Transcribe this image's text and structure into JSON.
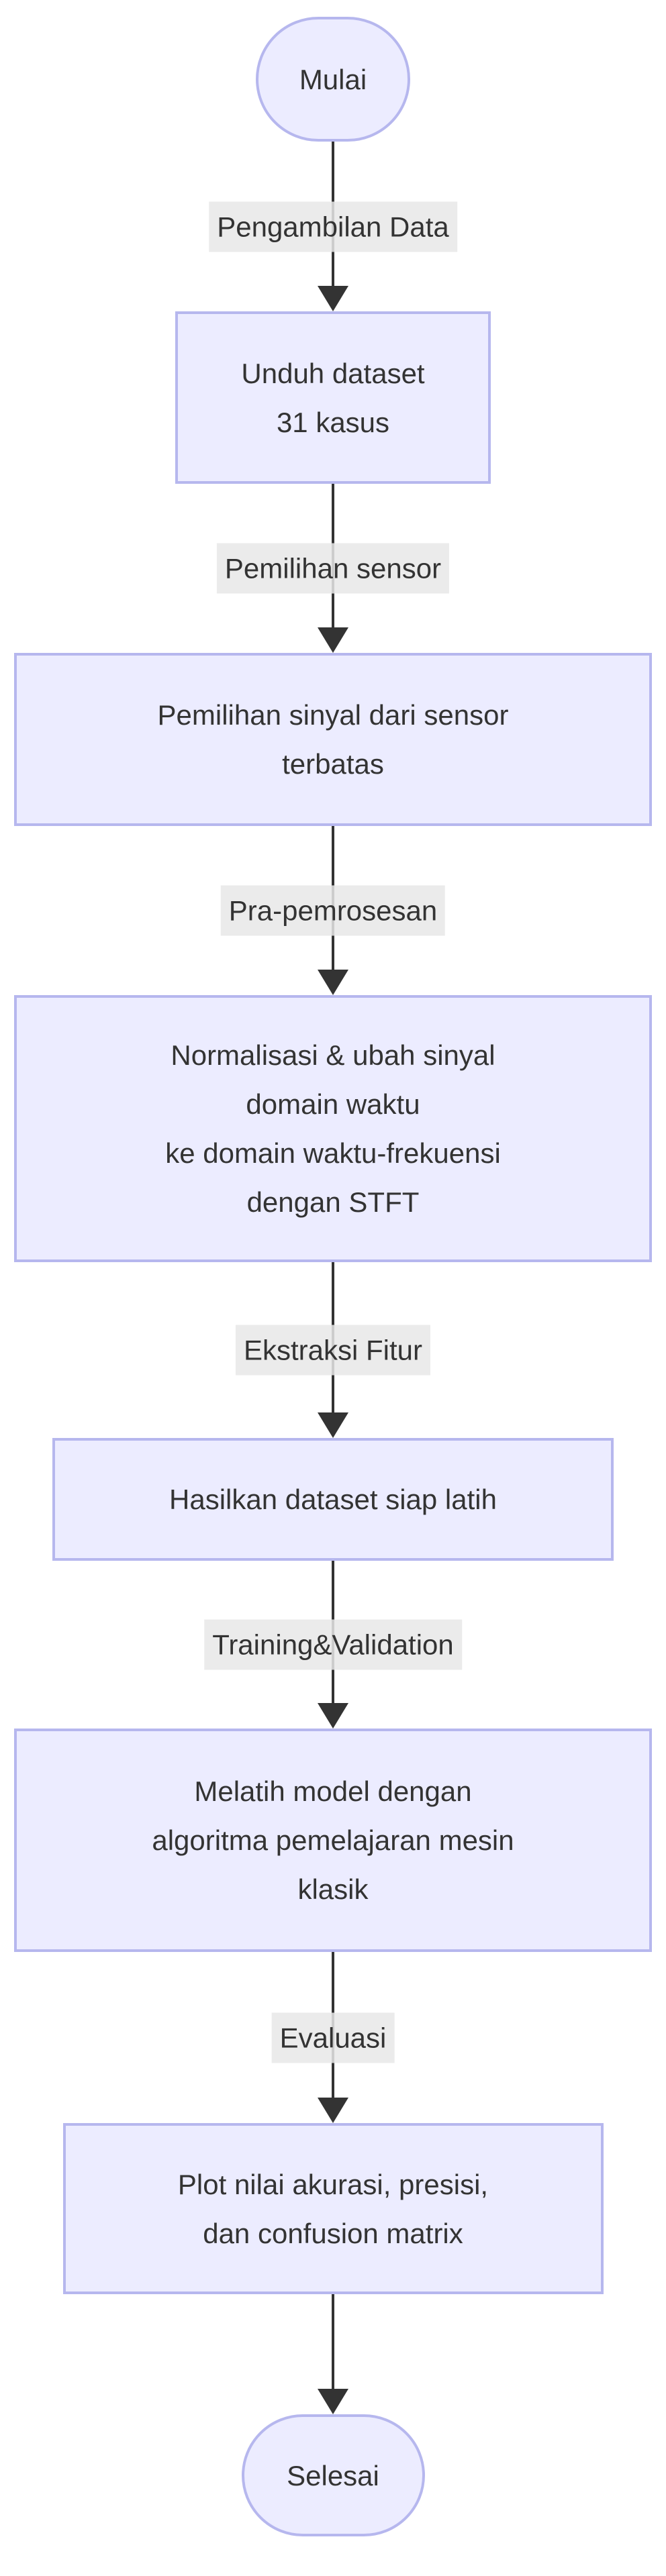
{
  "flowchart": {
    "title": "Research workflow flowchart (Indonesian)",
    "start": {
      "label": "Mulai"
    },
    "end": {
      "label": "Selesai"
    },
    "steps": [
      {
        "label": "Unduh dataset\n31 kasus"
      },
      {
        "label": "Pemilihan sinyal dari sensor\nterbatas"
      },
      {
        "label": "Normalisasi & ubah sinyal\ndomain waktu\nke domain waktu-frekuensi\ndengan STFT"
      },
      {
        "label": "Hasilkan dataset siap latih"
      },
      {
        "label": "Melatih model dengan\nalgoritma pemelajaran mesin\nklasik"
      },
      {
        "label": "Plot nilai akurasi, presisi,\ndan confusion matrix"
      }
    ],
    "edge_labels": [
      "Pengambilan Data",
      "Pemilihan sensor",
      "Pra-pemrosesan",
      "Ekstraksi Fitur",
      "Training&Validation",
      "Evaluasi"
    ],
    "colors": {
      "node_fill": "#ECECFF",
      "node_border": "#B6B7EE",
      "edge_label_bg": "#E8E8E8",
      "edge_line": "#333333",
      "text": "#333333",
      "background": "#FFFFFF"
    }
  }
}
